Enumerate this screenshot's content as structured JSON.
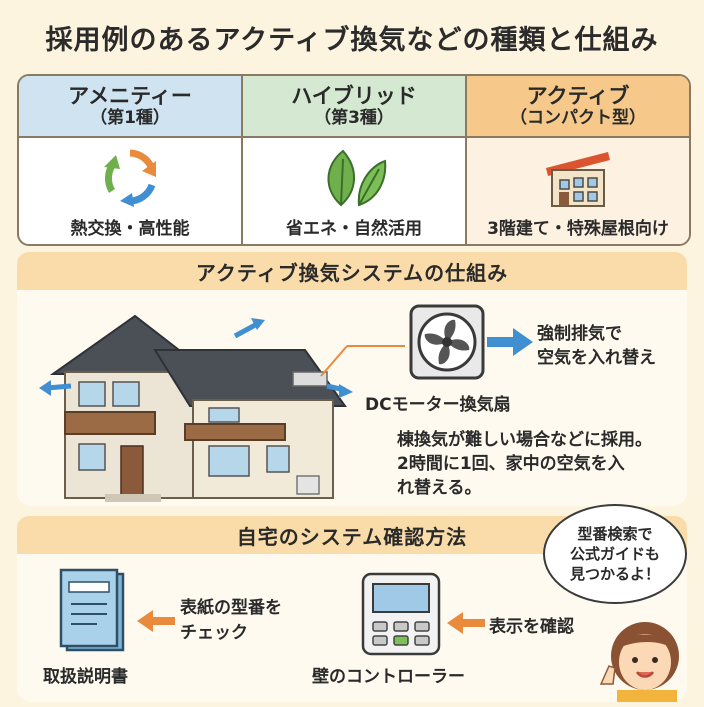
{
  "title": "採用例のあるアクティブ換気などの種類と仕組み",
  "types": [
    {
      "name": "アメニティー",
      "sub": "（第1種）",
      "icon": "recycle-arrows-icon",
      "feature": "熱交換・高性能"
    },
    {
      "name": "ハイブリッド",
      "sub": "（第3種）",
      "icon": "leaves-icon",
      "feature": "省エネ・自然活用"
    },
    {
      "name": "アクティブ",
      "sub": "（コンパクト型）",
      "icon": "small-house-icon",
      "feature": "3階建て・特殊屋根向け"
    }
  ],
  "mechanism": {
    "title": "アクティブ換気システムの仕組み",
    "fan_label": "DCモーター換気扇",
    "exhaust_lines": [
      "強制排気で",
      "空気を入れ替え"
    ],
    "description_lines": [
      "棟換気が難しい場合などに採用。",
      "2時間に1回、家中の空気を入",
      "れ替える。"
    ]
  },
  "check": {
    "title": "自宅のシステム確認方法",
    "manual_label": "取扱説明書",
    "manual_hint_lines": [
      "表紙の型番を",
      "チェック"
    ],
    "controller_label": "壁のコントローラー",
    "controller_hint": "表示を確認"
  },
  "bubble_lines": [
    "型番検索で",
    "公式ガイドも",
    "見つかるよ！"
  ],
  "colors": {
    "background": "#fdf4df",
    "amenity_header": "#cfe4f0",
    "hybrid_header": "#d4e8d2",
    "active_header": "#f6c98a",
    "section_header": "#f9dca9",
    "arrow_blue": "#3f8fd2",
    "arrow_orange": "#e98a3c"
  }
}
